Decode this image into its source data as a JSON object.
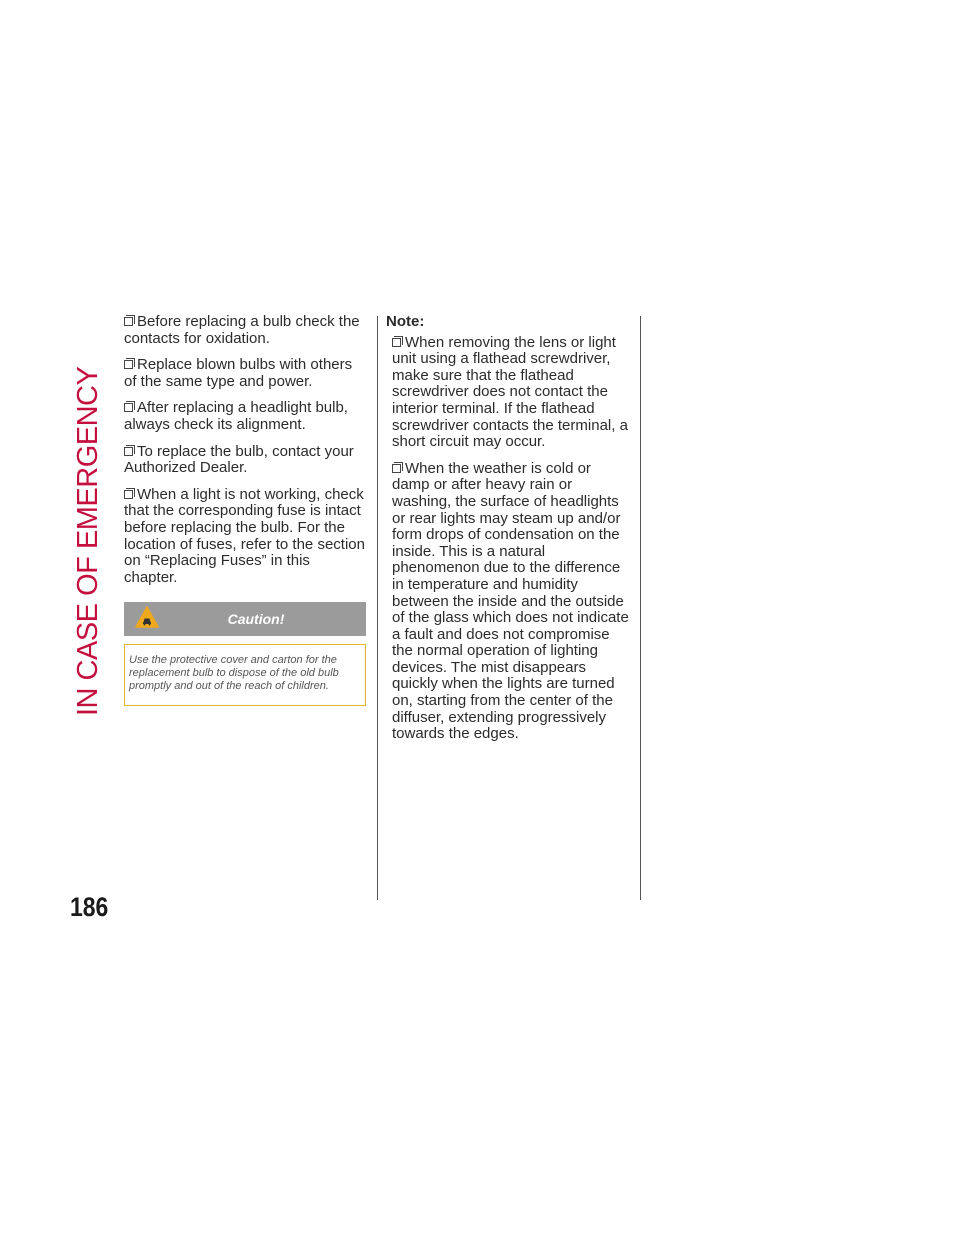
{
  "section_title": "IN CASE OF EMERGENCY",
  "page_number": "186",
  "left_column": {
    "items": [
      "Before replacing a bulb check the contacts for oxidation.",
      "Replace blown bulbs with others of the same type and power.",
      "After replacing a headlight bulb, always check its alignment.",
      "To replace the bulb, contact your Authorized Dealer.",
      "When a light is not working, check that the corresponding fuse is intact before replacing the bulb. For the location of fuses, refer to the section on “Replacing Fuses” in this chapter."
    ],
    "caution": {
      "icon": "car-warning-icon",
      "title": "Caution!",
      "text": "Use the protective cover and carton for the replacement bulb to dispose of the old bulb promptly and out of the reach of children."
    }
  },
  "right_column": {
    "heading": "Note:",
    "items": [
      "When removing the lens or light unit using a flathead screwdriver, make sure that the flathead screwdriver does not contact the interior terminal. If the flathead screwdriver contacts the terminal, a short circuit may occur.",
      "When the weather is cold or damp or after heavy rain or washing, the surface of headlights or rear lights may steam up and/or form drops of condensation on the inside. This is a natural phenomenon due to the difference in temperature and humidity between the inside and the outside of the glass which does not indicate a fault and does not compromise the normal operation of lighting devices. The mist disappears quickly when the lights are turned on, starting from the center of the diffuser, extending progressively towards the edges."
    ]
  },
  "colors": {
    "accent": "#c4103f",
    "caution_header": "#9b9b9b",
    "caution_border": "#e3b530",
    "caution_icon": "#f0a81c"
  }
}
